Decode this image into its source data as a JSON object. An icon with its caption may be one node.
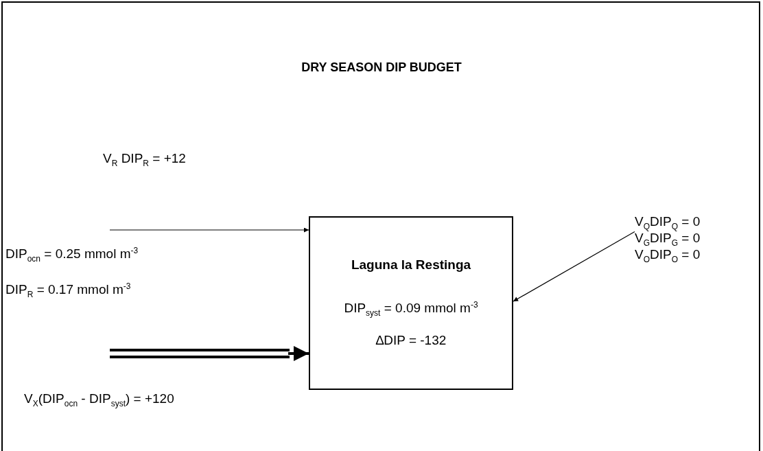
{
  "diagram": {
    "title": "DRY SEASON DIP BUDGET",
    "nodes": [
      {
        "text": [
          "Laguna la Restinga",
          "DIP$_{syst}$ = 0.09 mmol m$^{-3}$",
          "∆DIP = -132"
        ]
      },
      {
        "text": [
          "V$_{Q}$DIP$_{Q}$ = 0",
          "V$_{G}$DIP$_{G}$ = 0",
          "V$_{O}$DIP$_{O}$ = 0"
        ]
      }
    ],
    "edges": [
      {
        "from": null,
        "to": 0,
        "arrow": "to",
        "label": "V$_{R}$ DIP$_{R}$ = +12"
      },
      {
        "from": null,
        "to": 0,
        "arrow": "to",
        "style": "thick",
        "label": "V$_{X}$(DIP$_{ocn}$ - DIP$_{syst}$) = +120"
      },
      {
        "from": 1,
        "to": 0,
        "arrow": "to"
      }
    ],
    "labels": [
      "DIP$_{ocn}$ = 0.25 mmol m$^{-3}$",
      "DIP$_{R}$ = 0.17 mmol m$^{-3}$"
    ]
  }
}
